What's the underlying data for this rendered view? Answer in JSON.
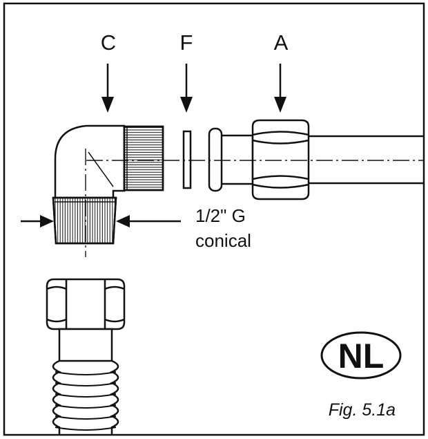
{
  "labels": {
    "c": "C",
    "f": "F",
    "a": "A",
    "thread_line1": "1/2\" G",
    "thread_line2": "conical",
    "country": "NL",
    "caption": "Fig. 5.1a"
  },
  "colors": {
    "ink": "#111111",
    "paper": "#ffffff"
  }
}
